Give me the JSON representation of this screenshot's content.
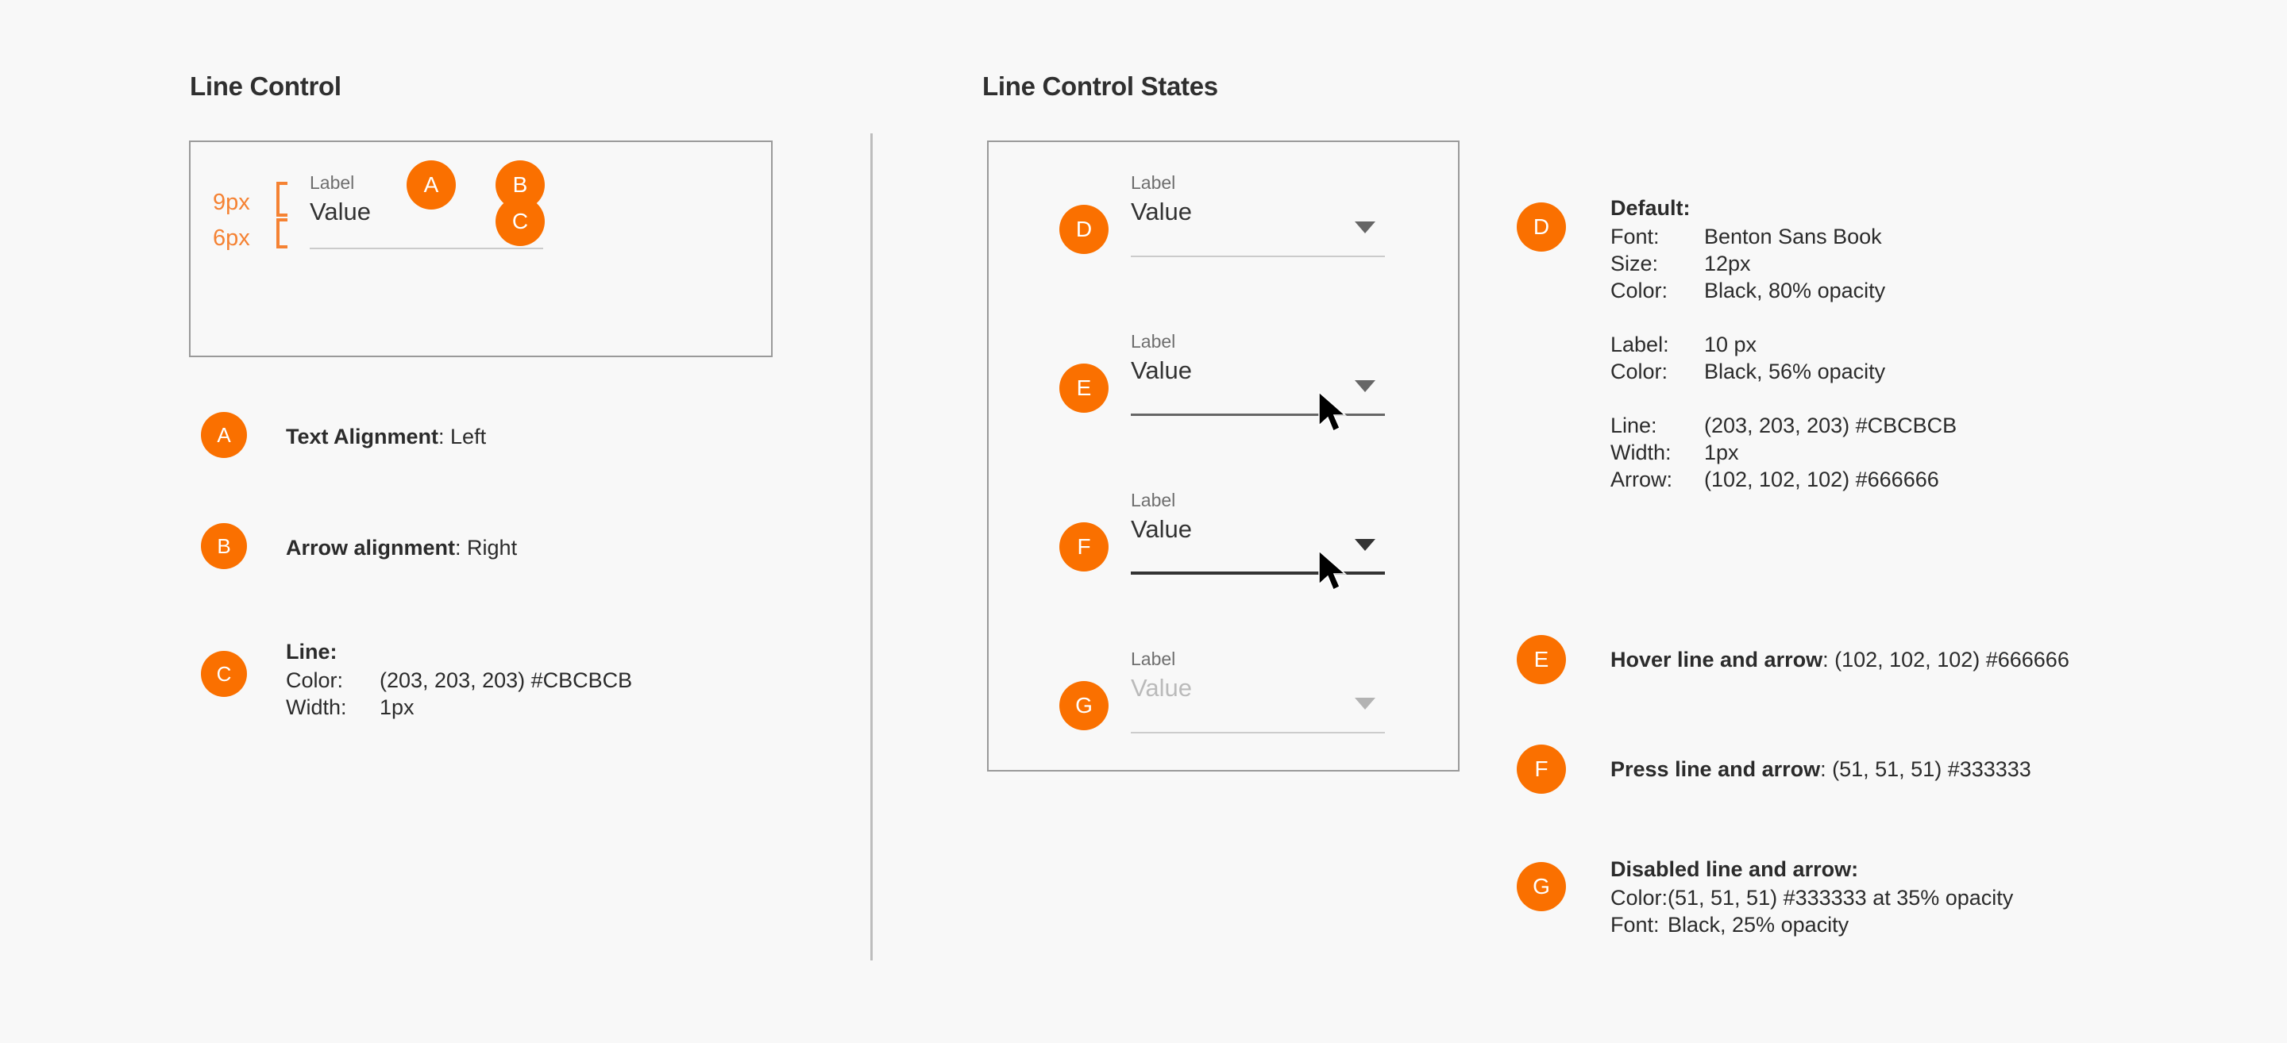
{
  "sections": {
    "left_title": "Line Control",
    "right_title": "Line Control States"
  },
  "control": {
    "label": "Label",
    "value": "Value",
    "arrow_icon": "chevron-down-icon"
  },
  "measurements": [
    {
      "id": "top-spacing",
      "text": "9px"
    },
    {
      "id": "bottom-spacing",
      "text": "6px"
    }
  ],
  "badges": {
    "a": "A",
    "b": "B",
    "c": "C",
    "d": "D",
    "e": "E",
    "f": "F",
    "g": "G"
  },
  "left_legend": [
    {
      "badge": "A",
      "title": "Text Alignment",
      "separator": ": ",
      "value": "Left"
    },
    {
      "badge": "B",
      "title": "Arrow alignment",
      "separator": ": ",
      "value": "Right"
    },
    {
      "badge": "C",
      "title": "Line",
      "separator": ":",
      "value": "",
      "rows": [
        {
          "key": "Color:",
          "val": "(203, 203, 203) #CBCBCB"
        },
        {
          "key": "Width:",
          "val": "1px"
        }
      ]
    }
  ],
  "right_legend": {
    "default": {
      "badge": "D",
      "heading": "Default:",
      "group1": [
        {
          "key": "Font:",
          "val": "Benton Sans Book"
        },
        {
          "key": "Size:",
          "val": "12px"
        },
        {
          "key": "Color:",
          "val": "Black, 80% opacity"
        }
      ],
      "group2": [
        {
          "key": "Label:",
          "val": "10 px"
        },
        {
          "key": "Color:",
          "val": "Black, 56% opacity"
        }
      ],
      "group3": [
        {
          "key": "Line:",
          "val": "(203, 203, 203) #CBCBCB"
        },
        {
          "key": "Width:",
          "val": "1px"
        },
        {
          "key": "Arrow:",
          "val": "(102, 102, 102) #666666"
        }
      ]
    },
    "hover": {
      "badge": "E",
      "title": "Hover line and arrow",
      "separator": ": ",
      "value": "(102, 102, 102) #666666"
    },
    "press": {
      "badge": "F",
      "title": "Press line and arrow",
      "separator": ": ",
      "value": "(51, 51, 51) #333333"
    },
    "disabled": {
      "badge": "G",
      "title": "Disabled line and arrow",
      "separator": ":",
      "rows": [
        {
          "key": "Color:",
          "val": "(51, 51, 51) #333333 at 35% opacity"
        },
        {
          "key": "Font:",
          "val": "Black, 25% opacity"
        }
      ]
    }
  },
  "states": [
    {
      "badge": "D",
      "name": "default"
    },
    {
      "badge": "E",
      "name": "hover"
    },
    {
      "badge": "F",
      "name": "press"
    },
    {
      "badge": "G",
      "name": "disabled"
    }
  ],
  "colors": {
    "accent_orange": "#FA7000",
    "measure_orange": "#F58233",
    "line_default": "#CBCBCB",
    "line_hover": "#666666",
    "line_press": "#333333",
    "background": "#F8F8F8",
    "panel_border": "#9A9A9A"
  }
}
